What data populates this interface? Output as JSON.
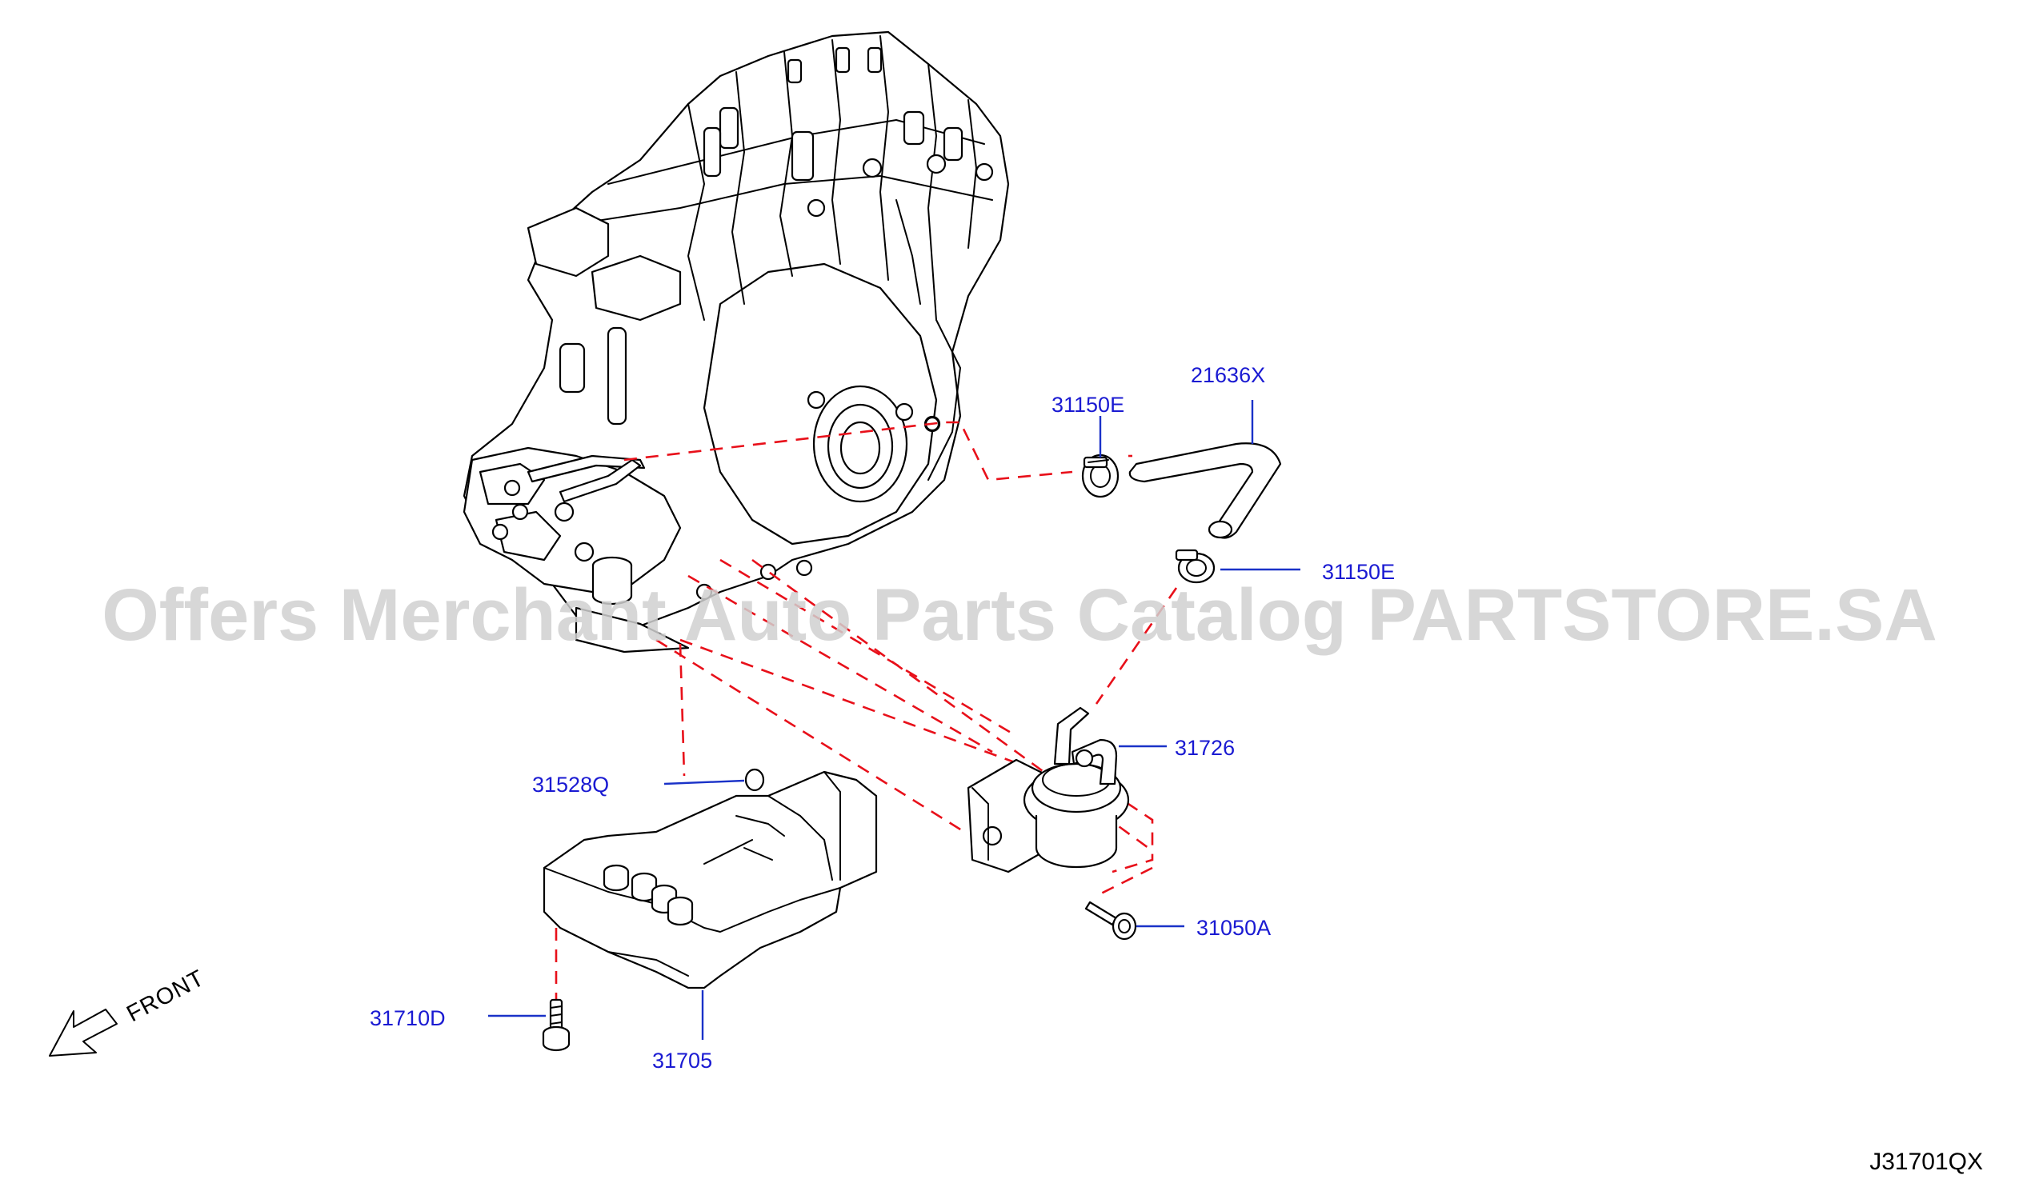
{
  "watermark": "Offers Merchant Auto Parts Catalog PARTSTORE.SA",
  "diagram_code": "J31701QX",
  "front_label": "FRONT",
  "callouts": {
    "hose": "21636X",
    "clamp_upper": "31150E",
    "clamp_lower": "31150E",
    "cooler": "31726",
    "oring": "31528Q",
    "bolt_cooler": "31050A",
    "bolt_pan": "31710D",
    "oil_pan": "31705"
  },
  "colors": {
    "callout_text": "#1a1ad2",
    "leader_line": "#1a32c8",
    "dashed_line": "#e8101a",
    "watermark": "#d0d0d0"
  }
}
